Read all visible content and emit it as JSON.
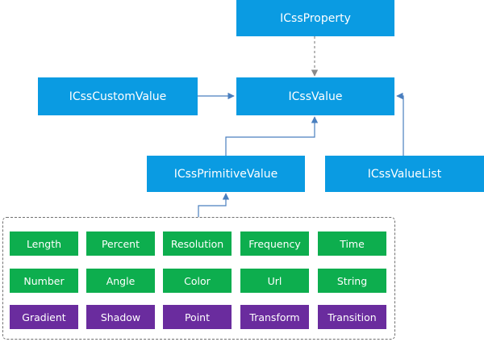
{
  "diagram": {
    "colors": {
      "interface_box": "#0a9be2",
      "value_type_green": "#0dae4e",
      "value_type_purple": "#6a2c9e",
      "connector": "#4a7fbf",
      "dashed_connector": "#8a8a8a",
      "group_border": "#707070"
    },
    "interfaces": {
      "css_property": "ICssProperty",
      "css_value": "ICssValue",
      "css_custom_value": "ICssCustomValue",
      "css_primitive_value": "ICssPrimitiveValue",
      "css_value_list": "ICssValueList"
    },
    "value_types": [
      [
        "Length",
        "Percent",
        "Resolution",
        "Frequency",
        "Time"
      ],
      [
        "Number",
        "Angle",
        "Color",
        "Url",
        "String"
      ],
      [
        "Gradient",
        "Shadow",
        "Point",
        "Transform",
        "Transition"
      ]
    ]
  }
}
